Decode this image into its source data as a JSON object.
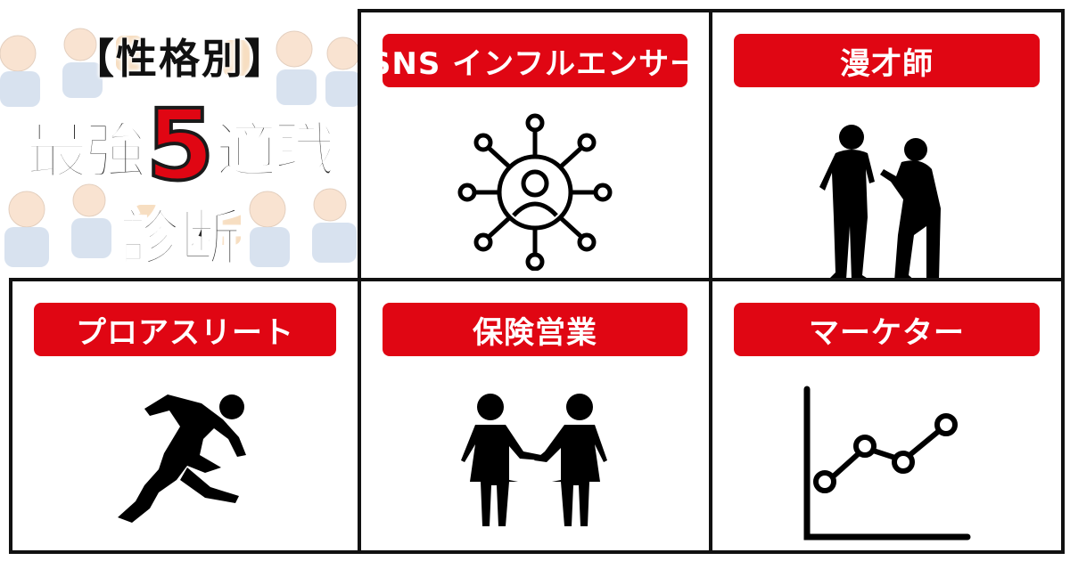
{
  "title": {
    "line1": "【性格別】",
    "line2_left": "最強",
    "line2_number": "5",
    "line2_right": "適職",
    "line3": "診断"
  },
  "jobs": [
    {
      "label": "SNS インフルエンサー",
      "icon": "network-person-icon"
    },
    {
      "label": "漫才師",
      "icon": "comedians-silhouette-icon"
    },
    {
      "label": "プロアスリート",
      "icon": "sprinter-silhouette-icon"
    },
    {
      "label": "保険営業",
      "icon": "handshake-people-icon"
    },
    {
      "label": "マーケター",
      "icon": "line-chart-icon"
    }
  ],
  "colors": {
    "accent": "#e00613",
    "border": "#111111",
    "icon": "#000000"
  }
}
